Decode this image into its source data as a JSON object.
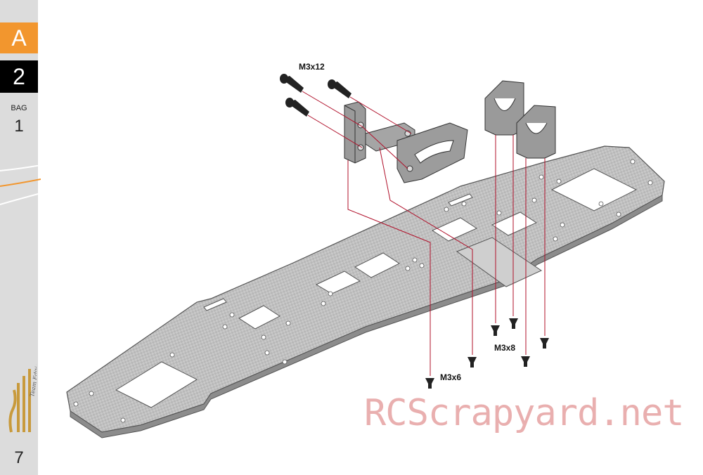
{
  "sidebar": {
    "section_letter": "A",
    "step_number": "2",
    "bag_label": "BAG",
    "bag_number": "1",
    "page_number": "7",
    "logo_text": "Team Edition TE"
  },
  "labels": {
    "top_screws": "M3x12",
    "right_screws": "M3x8",
    "bottom_screw": "M3x6"
  },
  "watermark": "RCScrapyard.net",
  "colors": {
    "accent_orange": "#f2962e",
    "step_black": "#000000",
    "sidebar_gray": "#dcdcdc",
    "guide_line_red": "#b0102a",
    "watermark_pink": "#e6a2a2"
  }
}
